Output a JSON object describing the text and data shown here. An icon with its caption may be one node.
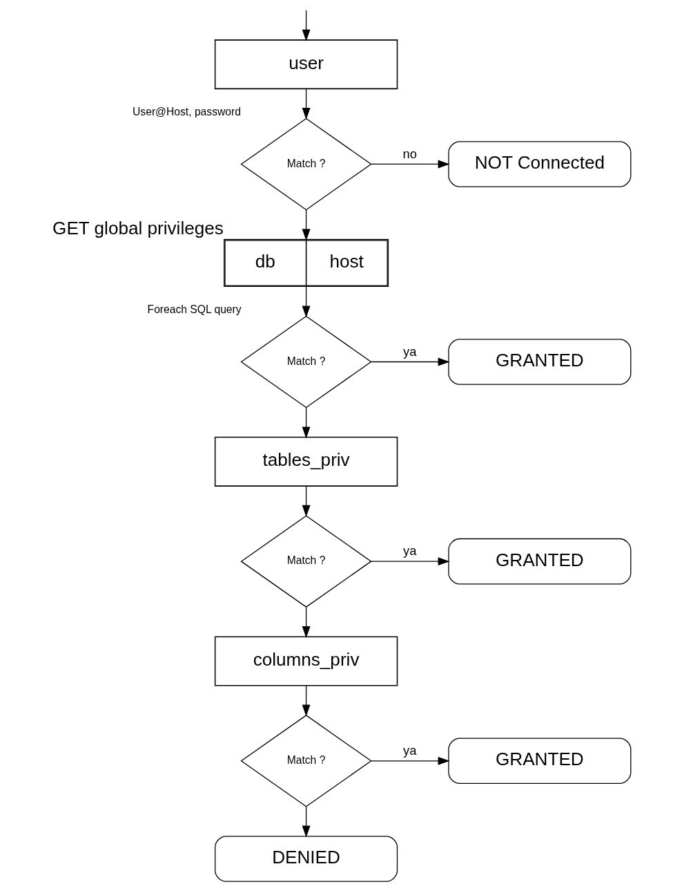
{
  "diagram": {
    "nodes": [
      {
        "text": [
          "user"
        ]
      },
      {
        "text": [
          "Match ?"
        ],
        "beside": [
          "User@Host, password"
        ]
      },
      {
        "text": [
          "NOT Connected"
        ]
      },
      {
        "text": [
          "db",
          "host"
        ],
        "beside": [
          "GET global privileges"
        ]
      },
      {
        "text": [
          "Match ?"
        ],
        "beside": [
          "Foreach SQL query"
        ]
      },
      {
        "text": [
          "GRANTED"
        ]
      },
      {
        "text": [
          "tables_priv"
        ]
      },
      {
        "text": [
          "Match ?"
        ]
      },
      {
        "text": [
          "GRANTED"
        ]
      },
      {
        "text": [
          "columns_priv"
        ]
      },
      {
        "text": [
          "Match ?"
        ]
      },
      {
        "text": [
          "GRANTED"
        ]
      },
      {
        "text": [
          "DENIED"
        ]
      }
    ],
    "edges": [
      {
        "from": null,
        "to": 0,
        "arrow": "to"
      },
      {
        "from": 0,
        "to": 1,
        "arrow": "to"
      },
      {
        "from": 1,
        "to": 2,
        "arrow": "to",
        "label": "no"
      },
      {
        "from": 1,
        "to": 3,
        "arrow": "to"
      },
      {
        "from": 3,
        "to": 4,
        "arrow": "to"
      },
      {
        "from": 4,
        "to": 5,
        "arrow": "to",
        "label": "ya"
      },
      {
        "from": 4,
        "to": 6,
        "arrow": "to"
      },
      {
        "from": 6,
        "to": 7,
        "arrow": "to"
      },
      {
        "from": 7,
        "to": 8,
        "arrow": "to",
        "label": "ya"
      },
      {
        "from": 7,
        "to": 9,
        "arrow": "to"
      },
      {
        "from": 9,
        "to": 10,
        "arrow": "to"
      },
      {
        "from": 10,
        "to": 11,
        "arrow": "to",
        "label": "ya"
      },
      {
        "from": 10,
        "to": 12,
        "arrow": "to"
      }
    ]
  }
}
